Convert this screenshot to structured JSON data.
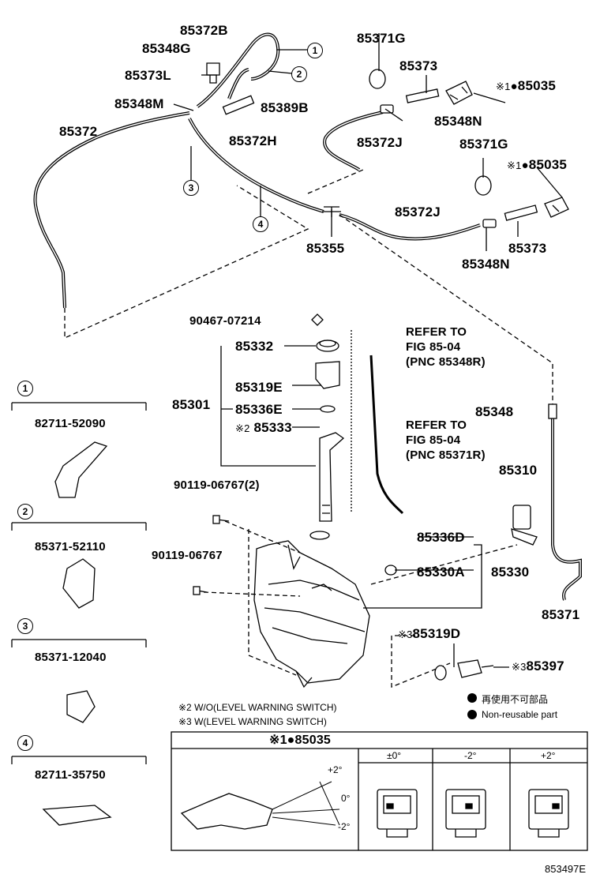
{
  "labels": {
    "p85372B": "85372B",
    "p85348G": "85348G",
    "p85373L": "85373L",
    "p85348M": "85348M",
    "p85389B": "85389B",
    "p85372": "85372",
    "p85372H": "85372H",
    "p85371G_top": "85371G",
    "p85373_top": "85373",
    "p85035_top": "85035",
    "p85348N_top": "85348N",
    "p85372J_top": "85372J",
    "p85371G_mid": "85371G",
    "p85035_mid": "85035",
    "p85372J_mid": "85372J",
    "p85355": "85355",
    "p85373_mid": "85373",
    "p85348N_mid": "85348N",
    "p90467": "90467-07214",
    "p85332": "85332",
    "p85319E": "85319E",
    "p85301": "85301",
    "p85336E": "85336E",
    "p85333": "85333",
    "refer1_a": "REFER TO",
    "refer1_b": "FIG 85-04",
    "refer1_c": "(PNC 85348R)",
    "refer2_a": "REFER TO",
    "refer2_b": "FIG 85-04",
    "refer2_c": "(PNC 85371R)",
    "p85348": "85348",
    "p85310": "85310",
    "p90119_2": "90119-06767(2)",
    "p90119": "90119-06767",
    "p85336D": "85336D",
    "p85330A": "85330A",
    "p85330": "85330",
    "p85371": "85371",
    "p85319D": "85319D",
    "p85397": "85397",
    "mark1": "※1",
    "mark2": "※2",
    "mark3": "※3",
    "circled_1": "1",
    "circled_2": "2",
    "circled_3": "3",
    "circled_4": "4"
  },
  "legend": {
    "detail1_num": "1",
    "detail1_part": "82711-52090",
    "detail2_num": "2",
    "detail2_part": "85371-52110",
    "detail3_num": "3",
    "detail3_part": "85371-12040",
    "detail4_num": "4",
    "detail4_part": "82711-35750"
  },
  "notes": {
    "note2": "※2 W/O(LEVEL WARNING SWITCH)",
    "note3": "※3 W(LEVEL WARNING SWITCH)",
    "nonreuse_jp": "再使用不可部品",
    "nonreuse_en": "Non-reusable part"
  },
  "table": {
    "header": "※1●85035",
    "col1": "±0°",
    "col2": "-2°",
    "col3": "+2°",
    "angle_plus": "+2°",
    "angle_zero": "0°",
    "angle_minus": "-2°"
  },
  "figure_id": "853497E"
}
